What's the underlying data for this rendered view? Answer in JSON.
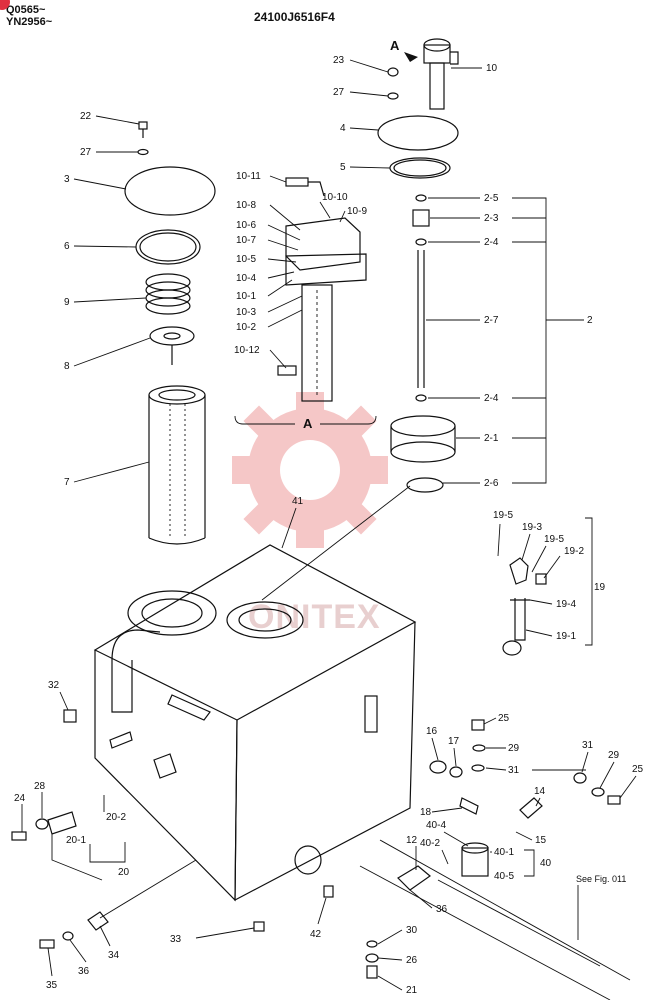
{
  "header": {
    "serial_line1": "Q0565~",
    "serial_line2": "YN2956~",
    "drawing_number": "24100J6516F4"
  },
  "watermark_text": "ONITEX",
  "detail_marker": "A",
  "see_fig": "See Fig. 011",
  "labels": [
    {
      "id": "22",
      "text": "22"
    },
    {
      "id": "27a",
      "text": "27"
    },
    {
      "id": "3",
      "text": "3"
    },
    {
      "id": "6",
      "text": "6"
    },
    {
      "id": "9",
      "text": "9"
    },
    {
      "id": "8",
      "text": "8"
    },
    {
      "id": "7",
      "text": "7"
    },
    {
      "id": "23",
      "text": "23"
    },
    {
      "id": "27b",
      "text": "27"
    },
    {
      "id": "4",
      "text": "4"
    },
    {
      "id": "5",
      "text": "5"
    },
    {
      "id": "10",
      "text": "10"
    },
    {
      "id": "10-11",
      "text": "10-11"
    },
    {
      "id": "10-8",
      "text": "10-8"
    },
    {
      "id": "10-10",
      "text": "10-10"
    },
    {
      "id": "10-9",
      "text": "10-9"
    },
    {
      "id": "10-6",
      "text": "10-6"
    },
    {
      "id": "10-7",
      "text": "10-7"
    },
    {
      "id": "10-5",
      "text": "10-5"
    },
    {
      "id": "10-4",
      "text": "10-4"
    },
    {
      "id": "10-1",
      "text": "10-1"
    },
    {
      "id": "10-3",
      "text": "10-3"
    },
    {
      "id": "10-2",
      "text": "10-2"
    },
    {
      "id": "10-12",
      "text": "10-12"
    },
    {
      "id": "2-5",
      "text": "2-5"
    },
    {
      "id": "2-3",
      "text": "2-3"
    },
    {
      "id": "2-4a",
      "text": "2-4"
    },
    {
      "id": "2-7",
      "text": "2-7"
    },
    {
      "id": "2",
      "text": "2"
    },
    {
      "id": "2-4b",
      "text": "2-4"
    },
    {
      "id": "2-1",
      "text": "2-1"
    },
    {
      "id": "2-6",
      "text": "2-6"
    },
    {
      "id": "41",
      "text": "41"
    },
    {
      "id": "19-5a",
      "text": "19-5"
    },
    {
      "id": "19-3",
      "text": "19-3"
    },
    {
      "id": "19-5b",
      "text": "19-5"
    },
    {
      "id": "19-2",
      "text": "19-2"
    },
    {
      "id": "19",
      "text": "19"
    },
    {
      "id": "19-4",
      "text": "19-4"
    },
    {
      "id": "19-1",
      "text": "19-1"
    },
    {
      "id": "32",
      "text": "32"
    },
    {
      "id": "25a",
      "text": "25"
    },
    {
      "id": "29a",
      "text": "29"
    },
    {
      "id": "31a",
      "text": "31"
    },
    {
      "id": "16",
      "text": "16"
    },
    {
      "id": "17",
      "text": "17"
    },
    {
      "id": "31b",
      "text": "31"
    },
    {
      "id": "29b",
      "text": "29"
    },
    {
      "id": "25b",
      "text": "25"
    },
    {
      "id": "14",
      "text": "14"
    },
    {
      "id": "18",
      "text": "18"
    },
    {
      "id": "15",
      "text": "15"
    },
    {
      "id": "40-4",
      "text": "40-4"
    },
    {
      "id": "40-2",
      "text": "40-2"
    },
    {
      "id": "12",
      "text": "12"
    },
    {
      "id": "40-1",
      "text": "40-1"
    },
    {
      "id": "40",
      "text": "40"
    },
    {
      "id": "40-5",
      "text": "40-5"
    },
    {
      "id": "24",
      "text": "24"
    },
    {
      "id": "28",
      "text": "28"
    },
    {
      "id": "20-2",
      "text": "20-2"
    },
    {
      "id": "20-1",
      "text": "20-1"
    },
    {
      "id": "20",
      "text": "20"
    },
    {
      "id": "36a",
      "text": "36"
    },
    {
      "id": "42",
      "text": "42"
    },
    {
      "id": "33",
      "text": "33"
    },
    {
      "id": "30",
      "text": "30"
    },
    {
      "id": "26",
      "text": "26"
    },
    {
      "id": "21",
      "text": "21"
    },
    {
      "id": "34",
      "text": "34"
    },
    {
      "id": "35",
      "text": "35"
    },
    {
      "id": "36b",
      "text": "36"
    }
  ]
}
